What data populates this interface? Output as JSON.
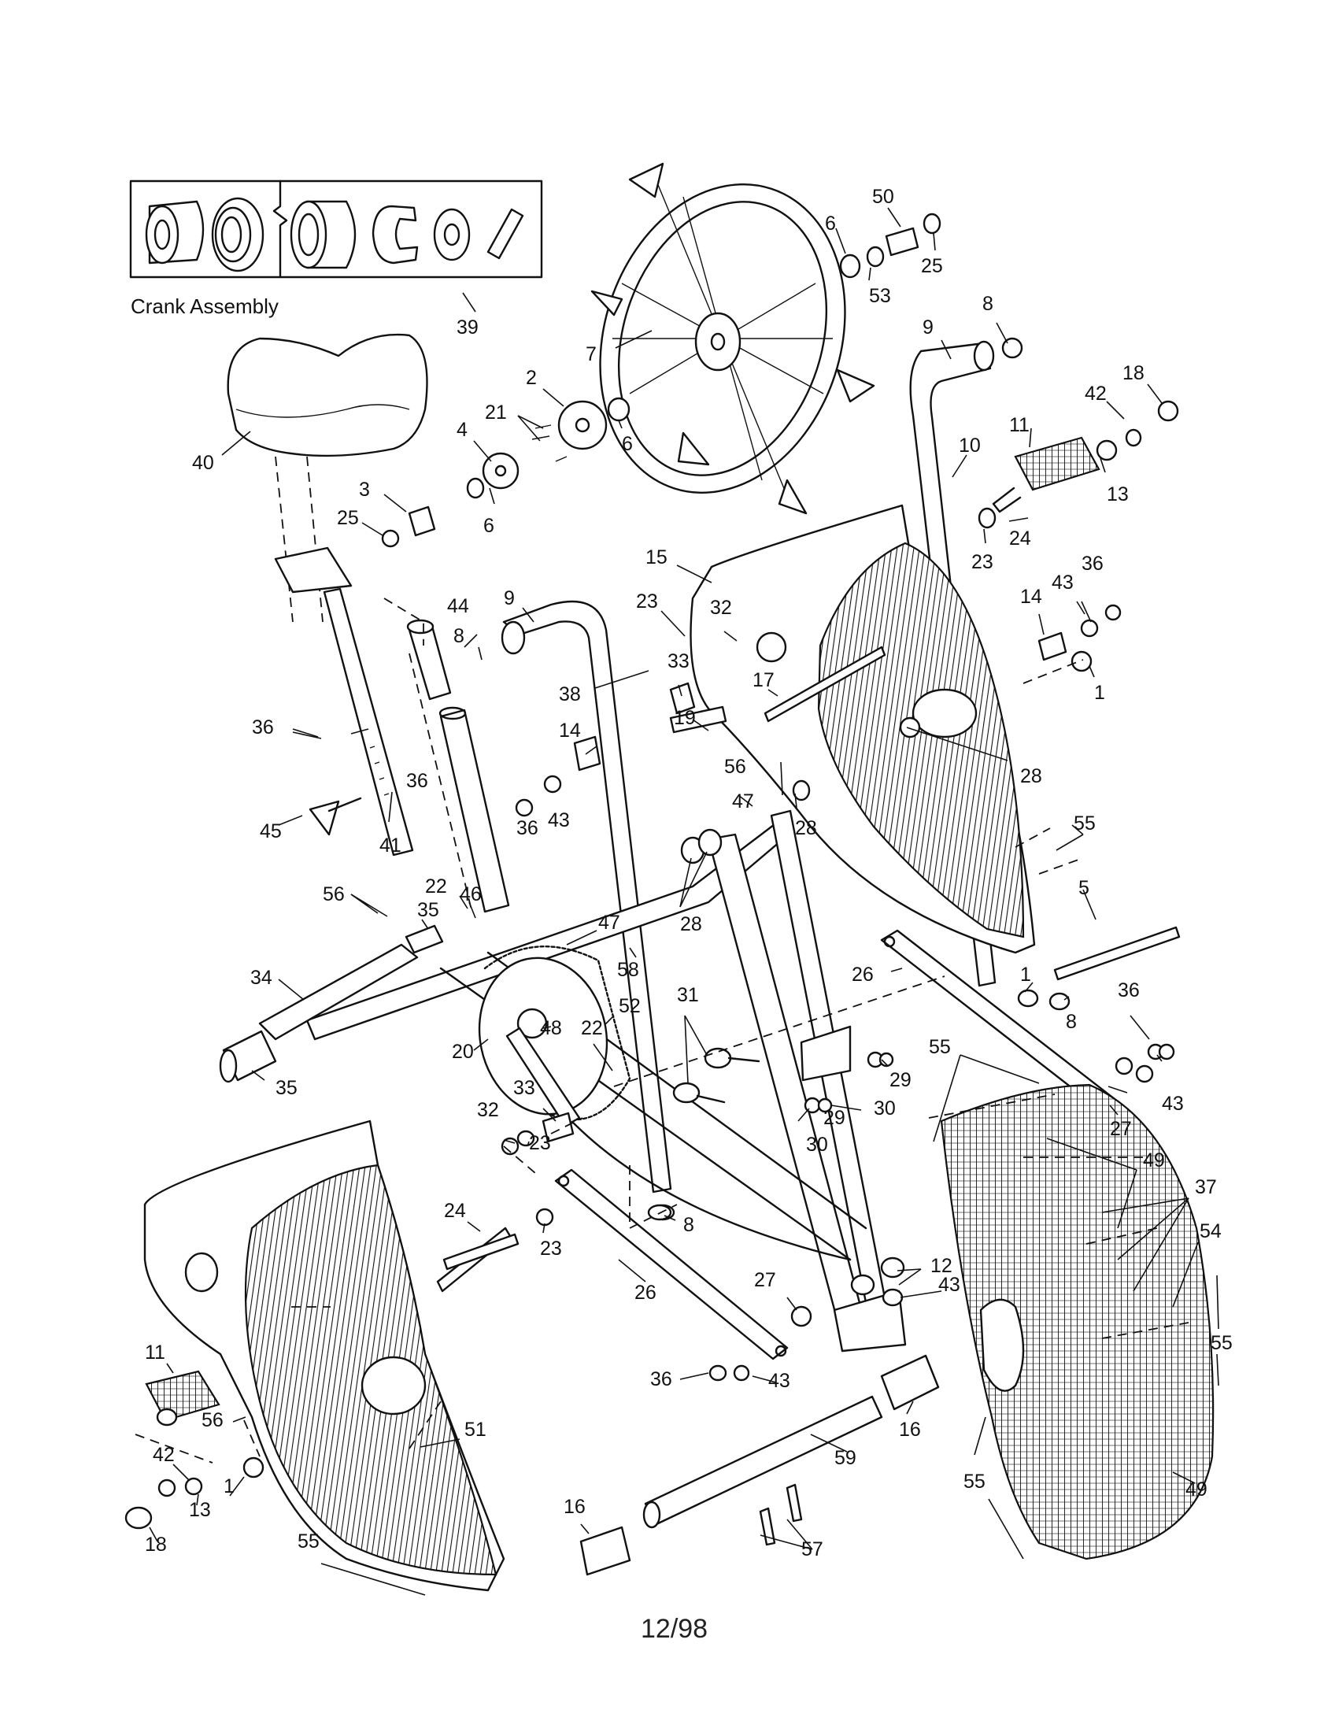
{
  "inset": {
    "caption": "Crank Assembly",
    "part_number": "39"
  },
  "footer": {
    "date_code": "12/98"
  },
  "callouts": [
    {
      "id": "c50",
      "text": "50"
    },
    {
      "id": "c6a",
      "text": "6"
    },
    {
      "id": "c53",
      "text": "53"
    },
    {
      "id": "c25a",
      "text": "25"
    },
    {
      "id": "c8a",
      "text": "8"
    },
    {
      "id": "c9a",
      "text": "9"
    },
    {
      "id": "c18a",
      "text": "18"
    },
    {
      "id": "c42a",
      "text": "42"
    },
    {
      "id": "c11a",
      "text": "11"
    },
    {
      "id": "c10",
      "text": "10"
    },
    {
      "id": "c13a",
      "text": "13"
    },
    {
      "id": "c24a",
      "text": "24"
    },
    {
      "id": "c23a",
      "text": "23"
    },
    {
      "id": "c7",
      "text": "7"
    },
    {
      "id": "c2",
      "text": "2"
    },
    {
      "id": "c21",
      "text": "21"
    },
    {
      "id": "c6b",
      "text": "6"
    },
    {
      "id": "c4",
      "text": "4"
    },
    {
      "id": "c3",
      "text": "3"
    },
    {
      "id": "c25b",
      "text": "25"
    },
    {
      "id": "c6c",
      "text": "6"
    },
    {
      "id": "c40",
      "text": "40"
    },
    {
      "id": "c15",
      "text": "15"
    },
    {
      "id": "c36a",
      "text": "36"
    },
    {
      "id": "c43a",
      "text": "43"
    },
    {
      "id": "c14a",
      "text": "14"
    },
    {
      "id": "c1a",
      "text": "1"
    },
    {
      "id": "c23b",
      "text": "23"
    },
    {
      "id": "c32a",
      "text": "32"
    },
    {
      "id": "c17",
      "text": "17"
    },
    {
      "id": "c28a",
      "text": "28"
    },
    {
      "id": "c9b",
      "text": "9"
    },
    {
      "id": "c44",
      "text": "44"
    },
    {
      "id": "c8b",
      "text": "8"
    },
    {
      "id": "c33a",
      "text": "33"
    },
    {
      "id": "c38",
      "text": "38"
    },
    {
      "id": "c19",
      "text": "19"
    },
    {
      "id": "c14b",
      "text": "14"
    },
    {
      "id": "c56a",
      "text": "56"
    },
    {
      "id": "c47a",
      "text": "47"
    },
    {
      "id": "c28b",
      "text": "28"
    },
    {
      "id": "c36b",
      "text": "36"
    },
    {
      "id": "c36c",
      "text": "36"
    },
    {
      "id": "c43b",
      "text": "43"
    },
    {
      "id": "c36d",
      "text": "36"
    },
    {
      "id": "c45",
      "text": "45"
    },
    {
      "id": "c41",
      "text": "41"
    },
    {
      "id": "c55a",
      "text": "55"
    },
    {
      "id": "c5",
      "text": "5"
    },
    {
      "id": "c56b",
      "text": "56"
    },
    {
      "id": "c22a",
      "text": "22"
    },
    {
      "id": "c46",
      "text": "46"
    },
    {
      "id": "c35a",
      "text": "35"
    },
    {
      "id": "c28c",
      "text": "28"
    },
    {
      "id": "c47b",
      "text": "47"
    },
    {
      "id": "c58",
      "text": "58"
    },
    {
      "id": "c26a",
      "text": "26"
    },
    {
      "id": "c1b",
      "text": "1"
    },
    {
      "id": "c8c",
      "text": "8"
    },
    {
      "id": "c36e",
      "text": "36"
    },
    {
      "id": "c34",
      "text": "34"
    },
    {
      "id": "c52",
      "text": "52"
    },
    {
      "id": "c31",
      "text": "31"
    },
    {
      "id": "c48",
      "text": "48"
    },
    {
      "id": "c22b",
      "text": "22"
    },
    {
      "id": "c20",
      "text": "20"
    },
    {
      "id": "c35b",
      "text": "35"
    },
    {
      "id": "c55b",
      "text": "55"
    },
    {
      "id": "c29a",
      "text": "29"
    },
    {
      "id": "c43c",
      "text": "43"
    },
    {
      "id": "c30a",
      "text": "30"
    },
    {
      "id": "c29b",
      "text": "29"
    },
    {
      "id": "c27a",
      "text": "27"
    },
    {
      "id": "c33b",
      "text": "33"
    },
    {
      "id": "c32b",
      "text": "32"
    },
    {
      "id": "c23c",
      "text": "23"
    },
    {
      "id": "c30b",
      "text": "30"
    },
    {
      "id": "c49a",
      "text": "49"
    },
    {
      "id": "c37",
      "text": "37"
    },
    {
      "id": "c8d",
      "text": "8"
    },
    {
      "id": "c24b",
      "text": "24"
    },
    {
      "id": "c23d",
      "text": "23"
    },
    {
      "id": "c54",
      "text": "54"
    },
    {
      "id": "c12",
      "text": "12"
    },
    {
      "id": "c43d",
      "text": "43"
    },
    {
      "id": "c26b",
      "text": "26"
    },
    {
      "id": "c27b",
      "text": "27"
    },
    {
      "id": "c55c",
      "text": "55"
    },
    {
      "id": "c11b",
      "text": "11"
    },
    {
      "id": "c36f",
      "text": "36"
    },
    {
      "id": "c43e",
      "text": "43"
    },
    {
      "id": "c16a",
      "text": "16"
    },
    {
      "id": "c56c",
      "text": "56"
    },
    {
      "id": "c51",
      "text": "51"
    },
    {
      "id": "c42b",
      "text": "42"
    },
    {
      "id": "c59",
      "text": "59"
    },
    {
      "id": "c1c",
      "text": "1"
    },
    {
      "id": "c13b",
      "text": "13"
    },
    {
      "id": "c55d",
      "text": "55"
    },
    {
      "id": "c16b",
      "text": "16"
    },
    {
      "id": "c18b",
      "text": "18"
    },
    {
      "id": "c55e",
      "text": "55"
    },
    {
      "id": "c57",
      "text": "57"
    },
    {
      "id": "c49b",
      "text": "49"
    }
  ]
}
